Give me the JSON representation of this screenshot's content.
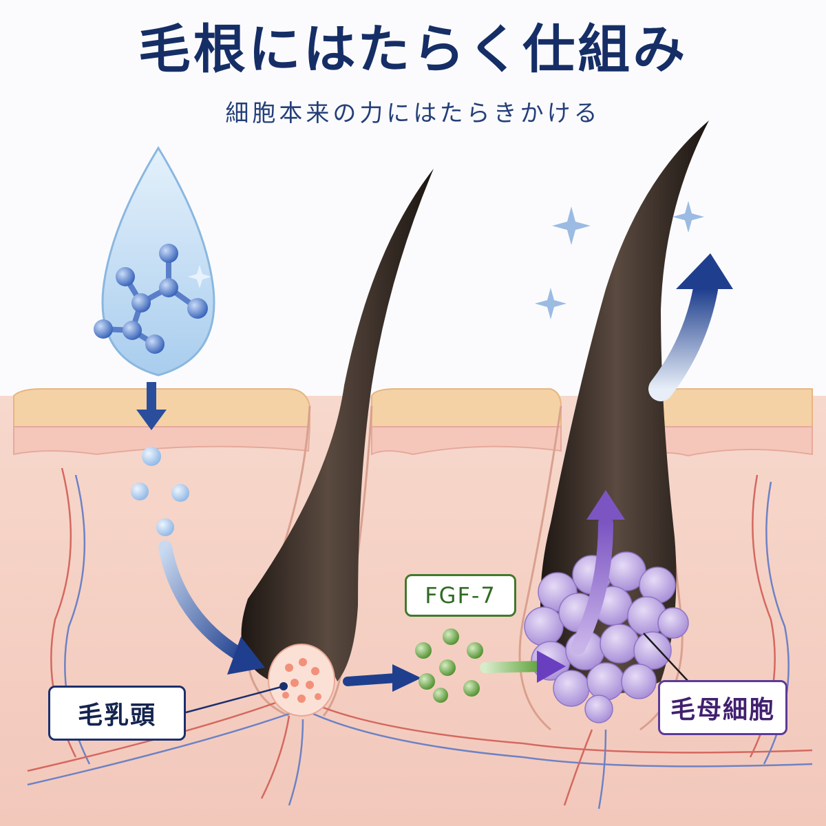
{
  "title": "毛根にはたらく仕組み",
  "subtitle": "細胞本来の力にはたらきかける",
  "labels": {
    "dermal_papilla": "毛乳頭",
    "growth_factor": "FGF-7",
    "hair_matrix_cells": "毛母細胞"
  },
  "colors": {
    "title": "#162e66",
    "navy_arrow": "#1f3f8e",
    "green_factor": "#5fa13a",
    "purple_cells": "#9b7fd0",
    "hair": "#2e2520",
    "skin": "#f6d9cf",
    "epidermis": "#f4d2a6"
  },
  "icons": [
    "droplet-icon",
    "molecule-icon",
    "sparkle-icon",
    "arrow-icon"
  ]
}
